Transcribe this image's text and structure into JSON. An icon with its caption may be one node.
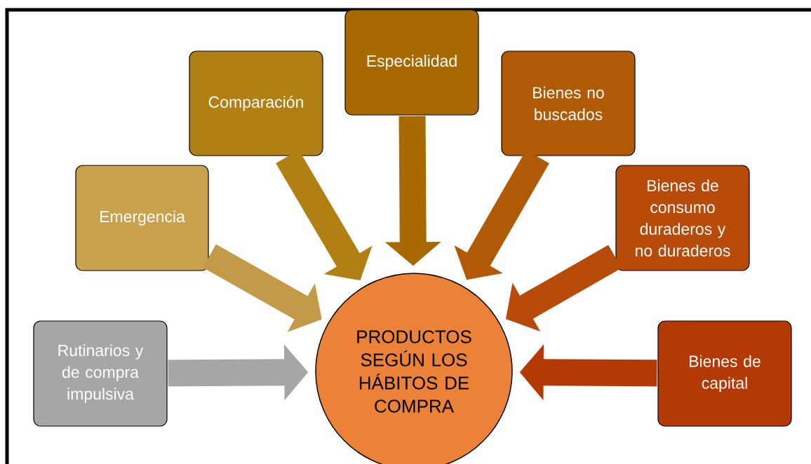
{
  "diagram": {
    "nodes": [
      {
        "text": [
          "Rutinarios y de compra impulsiva"
        ]
      },
      {
        "text": [
          "Emergencia"
        ]
      },
      {
        "text": [
          "Comparación"
        ]
      },
      {
        "text": [
          "Especialidad"
        ]
      },
      {
        "text": [
          "Bienes no buscados"
        ]
      },
      {
        "text": [
          "Bienes de consumo duraderos y no duraderos"
        ]
      },
      {
        "text": [
          "Bienes de capital"
        ]
      },
      {
        "text": [
          "PRODUCTOS SEGÚN LOS HÁBITOS DE COMPRA"
        ]
      }
    ],
    "edges": [
      {
        "from": 0,
        "to": 7,
        "arrow": "to",
        "color": "#a6a6a6"
      },
      {
        "from": 1,
        "to": 7,
        "arrow": "to",
        "color": "#c29a48"
      },
      {
        "from": 2,
        "to": 7,
        "arrow": "to",
        "color": "#b08015"
      },
      {
        "from": 3,
        "to": 7,
        "arrow": "to",
        "color": "#a86a00"
      },
      {
        "from": 4,
        "to": 7,
        "arrow": "to",
        "color": "#b05a05"
      },
      {
        "from": 5,
        "to": 7,
        "arrow": "to",
        "color": "#b84a0a"
      },
      {
        "from": 6,
        "to": 7,
        "arrow": "to",
        "color": "#b33a05"
      }
    ]
  }
}
